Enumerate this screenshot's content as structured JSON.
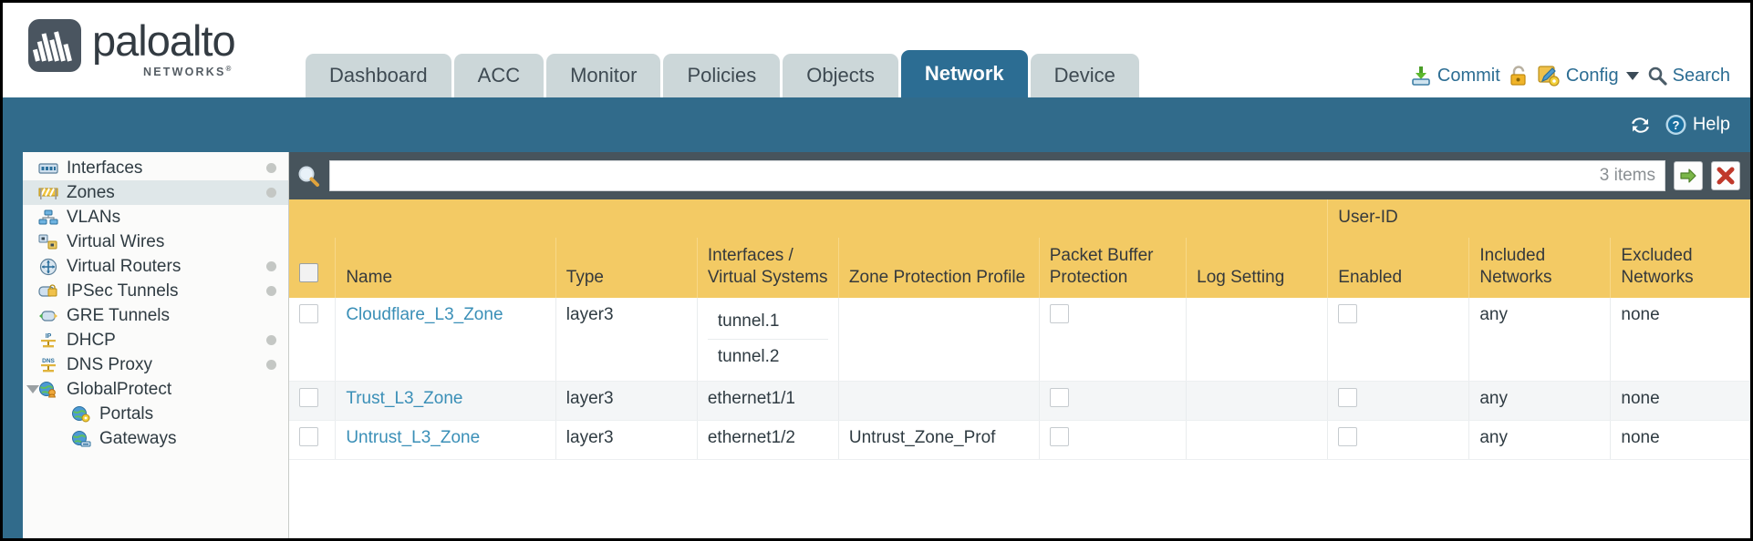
{
  "brand": {
    "word": "paloalto",
    "sub": "NETWORKS",
    "sub_mark": "®"
  },
  "nav": {
    "tabs": [
      {
        "label": "Dashboard",
        "active": false
      },
      {
        "label": "ACC",
        "active": false
      },
      {
        "label": "Monitor",
        "active": false
      },
      {
        "label": "Policies",
        "active": false
      },
      {
        "label": "Objects",
        "active": false
      },
      {
        "label": "Network",
        "active": true
      },
      {
        "label": "Device",
        "active": false
      }
    ]
  },
  "topright": {
    "commit_label": "Commit",
    "commit_icon": "commit-download-icon",
    "lock_icon": "padlock-icon",
    "config_label": "Config",
    "config_icon": "config-wrench-icon",
    "config_caret": "chevron-down-icon",
    "search_label": "Search",
    "search_icon": "search-magnifier-icon"
  },
  "blueband": {
    "refresh_icon": "refresh-icon",
    "help_label": "Help",
    "help_icon": "help-question-icon"
  },
  "sidebar": {
    "items": [
      {
        "label": "Interfaces",
        "icon": "interfaces-icon",
        "dot": true,
        "selected": false,
        "child": false,
        "twisty": false
      },
      {
        "label": "Zones",
        "icon": "zones-icon",
        "dot": true,
        "selected": true,
        "child": false,
        "twisty": false
      },
      {
        "label": "VLANs",
        "icon": "vlans-icon",
        "dot": false,
        "selected": false,
        "child": false,
        "twisty": false
      },
      {
        "label": "Virtual Wires",
        "icon": "virtual-wires-icon",
        "dot": false,
        "selected": false,
        "child": false,
        "twisty": false
      },
      {
        "label": "Virtual Routers",
        "icon": "virtual-routers-icon",
        "dot": true,
        "selected": false,
        "child": false,
        "twisty": false
      },
      {
        "label": "IPSec Tunnels",
        "icon": "ipsec-tunnels-icon",
        "dot": true,
        "selected": false,
        "child": false,
        "twisty": false
      },
      {
        "label": "GRE Tunnels",
        "icon": "gre-tunnels-icon",
        "dot": false,
        "selected": false,
        "child": false,
        "twisty": false
      },
      {
        "label": "DHCP",
        "icon": "dhcp-icon",
        "dot": true,
        "selected": false,
        "child": false,
        "twisty": false
      },
      {
        "label": "DNS Proxy",
        "icon": "dns-proxy-icon",
        "dot": true,
        "selected": false,
        "child": false,
        "twisty": false
      },
      {
        "label": "GlobalProtect",
        "icon": "globalprotect-icon",
        "dot": false,
        "selected": false,
        "child": false,
        "twisty": true
      },
      {
        "label": "Portals",
        "icon": "portals-icon",
        "dot": false,
        "selected": false,
        "child": true,
        "twisty": false
      },
      {
        "label": "Gateways",
        "icon": "gateways-icon",
        "dot": false,
        "selected": false,
        "child": true,
        "twisty": false
      }
    ]
  },
  "toolbar": {
    "search_icon": "search-magnifier-icon",
    "search_value": "",
    "search_placeholder": "",
    "item_count": "3 items",
    "apply_icon": "green-arrow-apply-icon",
    "clear_icon": "red-x-clear-icon"
  },
  "table": {
    "group_header": {
      "label": "User-ID",
      "span": 3
    },
    "columns": [
      "Name",
      "Type",
      "Interfaces / Virtual Systems",
      "Zone Protection Profile",
      "Packet Buffer Protection",
      "Log Setting",
      "Enabled",
      "Included Networks",
      "Excluded Networks"
    ],
    "rows": [
      {
        "name": "Cloudflare_L3_Zone",
        "type": "layer3",
        "interfaces": [
          "tunnel.1",
          "tunnel.2"
        ],
        "zone_protection_profile": "",
        "packet_buffer_protection": false,
        "log_setting": "",
        "userid_enabled": false,
        "included_networks": "any",
        "excluded_networks": "none",
        "selected": false
      },
      {
        "name": "Trust_L3_Zone",
        "type": "layer3",
        "interfaces": [
          "ethernet1/1"
        ],
        "zone_protection_profile": "",
        "packet_buffer_protection": false,
        "log_setting": "",
        "userid_enabled": false,
        "included_networks": "any",
        "excluded_networks": "none",
        "selected": false
      },
      {
        "name": "Untrust_L3_Zone",
        "type": "layer3",
        "interfaces": [
          "ethernet1/2"
        ],
        "zone_protection_profile": "Untrust_Zone_Prof",
        "packet_buffer_protection": false,
        "log_setting": "",
        "userid_enabled": false,
        "included_networks": "any",
        "excluded_networks": "none",
        "selected": false
      }
    ]
  },
  "colors": {
    "accent_blue": "#316b8b",
    "tab_active": "#2c6d93",
    "header_amber": "#f3ca64",
    "group_amber": "#e0b03c",
    "toolbar_slate": "#47545c",
    "link_blue": "#3a8fb7"
  }
}
